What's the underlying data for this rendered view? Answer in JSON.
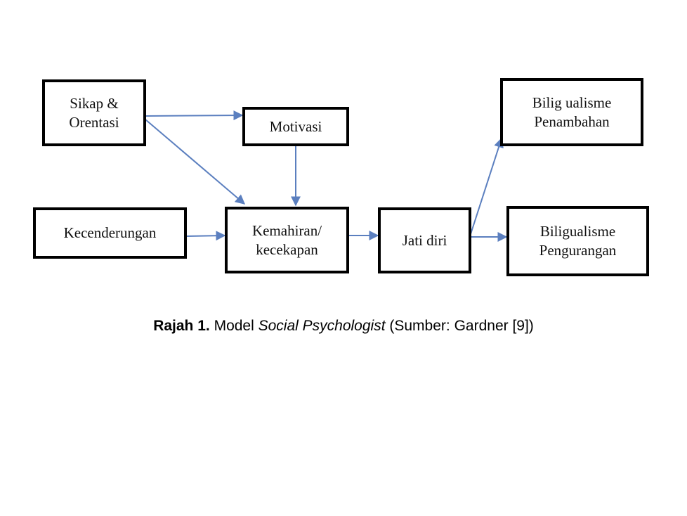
{
  "diagram": {
    "arrow_color": "#5b7fbf",
    "nodes": {
      "sikap": {
        "line1": "Sikap &",
        "line2": "Orentasi"
      },
      "motivasi": {
        "line1": "Motivasi"
      },
      "kecenderungan": {
        "line1": "Kecenderungan"
      },
      "kemahiran": {
        "line1": "Kemahiran/",
        "line2": "kecekapan"
      },
      "jatidiri": {
        "line1": "Jati diri"
      },
      "bil_tambah": {
        "line1": "Bilig ualisme",
        "line2": "Penambahan"
      },
      "bil_kurang": {
        "line1": "Biligualisme",
        "line2": "Pengurangan"
      }
    },
    "edges": [
      {
        "from": "sikap",
        "to": "motivasi"
      },
      {
        "from": "sikap",
        "to": "kemahiran"
      },
      {
        "from": "motivasi",
        "to": "kemahiran"
      },
      {
        "from": "kecenderungan",
        "to": "kemahiran"
      },
      {
        "from": "kemahiran",
        "to": "jatidiri"
      },
      {
        "from": "jatidiri",
        "to": "bil_tambah"
      },
      {
        "from": "jatidiri",
        "to": "bil_kurang"
      }
    ]
  },
  "caption": {
    "label": "Rajah 1.",
    "text_before": " Model ",
    "italic": "Social Psychologist",
    "text_after": " (Sumber: Gardner [9])"
  }
}
